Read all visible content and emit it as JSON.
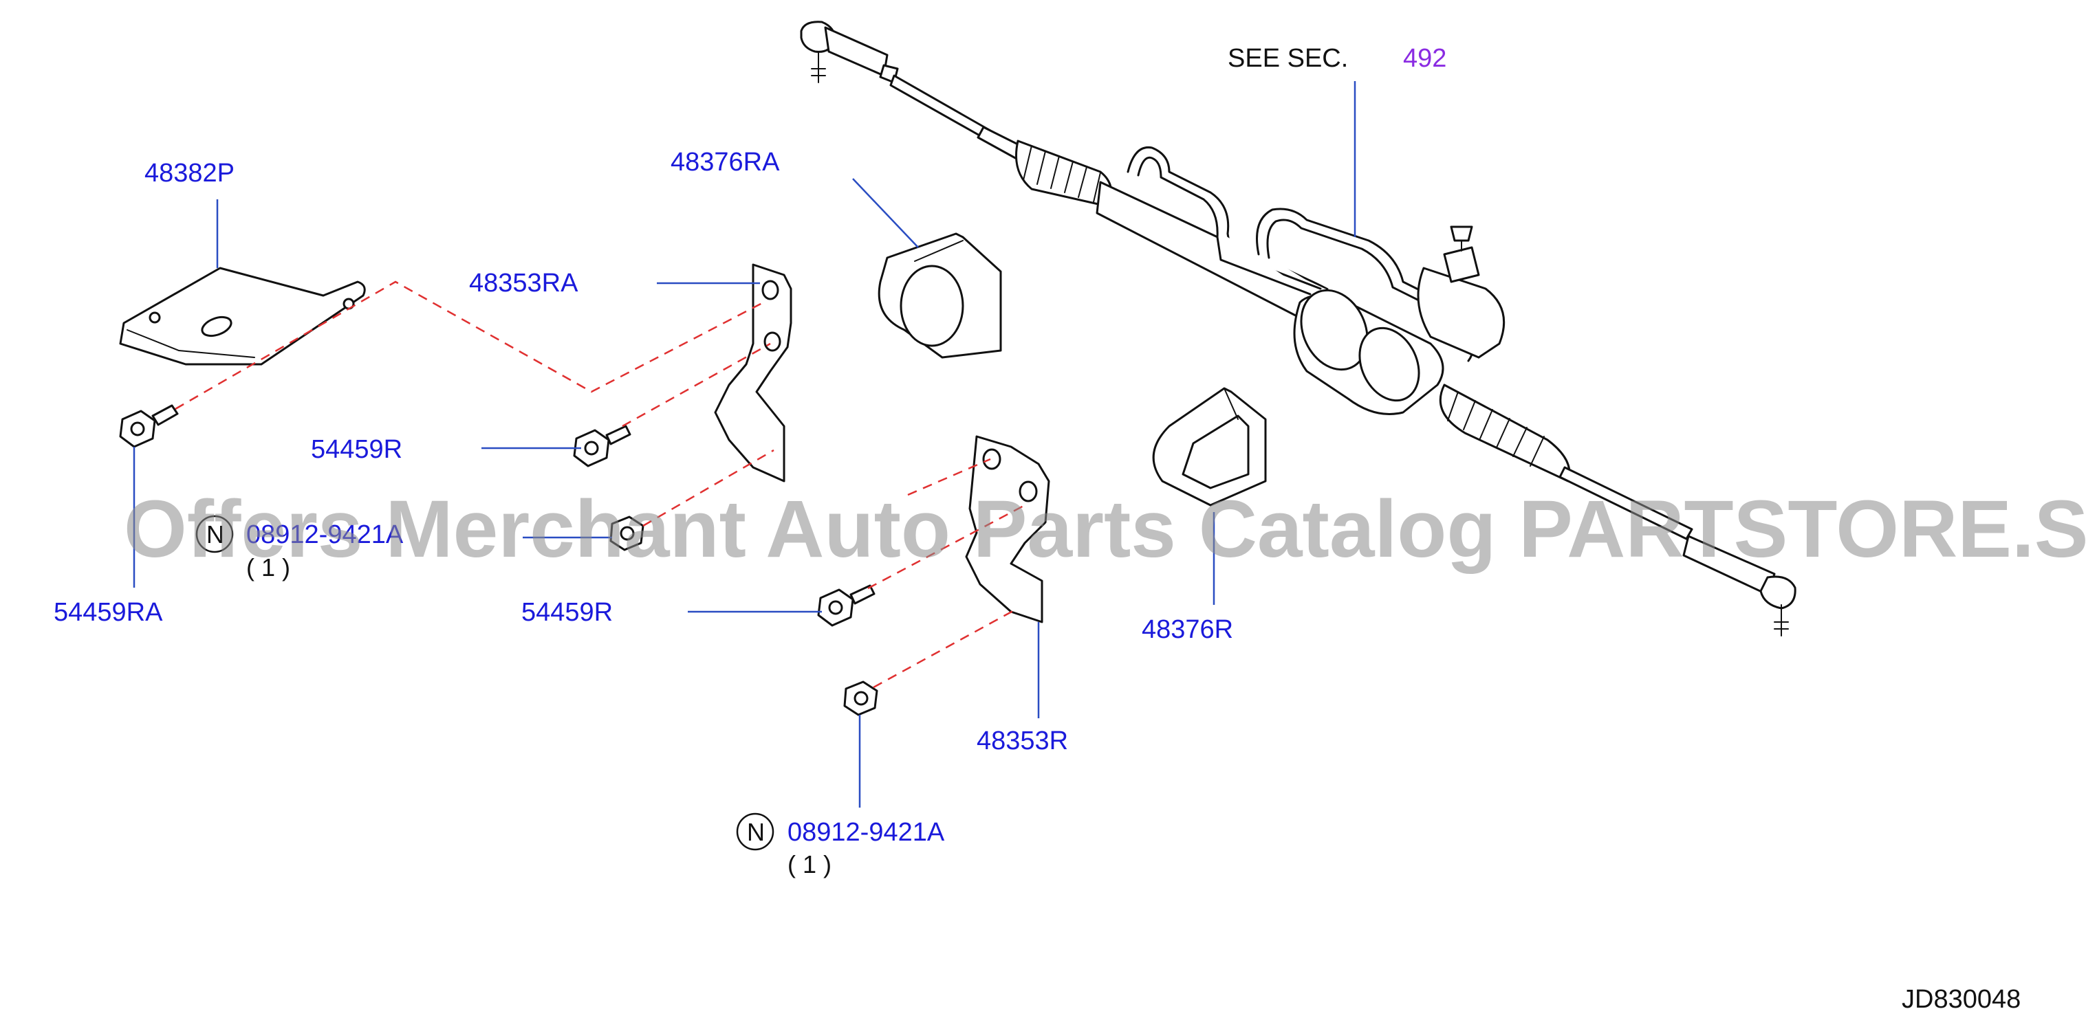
{
  "see_section": {
    "prefix": "SEE  SEC.",
    "number": "492"
  },
  "parts": {
    "p48382P": "48382P",
    "p48376RA": "48376RA",
    "p48353RA": "48353RA",
    "p54459R_upper": "54459R",
    "p08912_upper": "08912-9421A",
    "p54459RA": "54459RA",
    "p54459R_lower": "54459R",
    "p48376R": "48376R",
    "p48353R": "48353R",
    "p08912_lower": "08912-9421A"
  },
  "quantities": {
    "upper": "( 1 )",
    "lower": "( 1 )"
  },
  "n_marker": "N",
  "watermark": "Offers Merchant Auto Parts Catalog PARTSTORE.SA",
  "diagram_code": "JD830048",
  "colors": {
    "label": "#1a1adb",
    "section_link": "#8a2be2",
    "dashed_line": "#e03030",
    "leader": "#2a4dc2"
  }
}
